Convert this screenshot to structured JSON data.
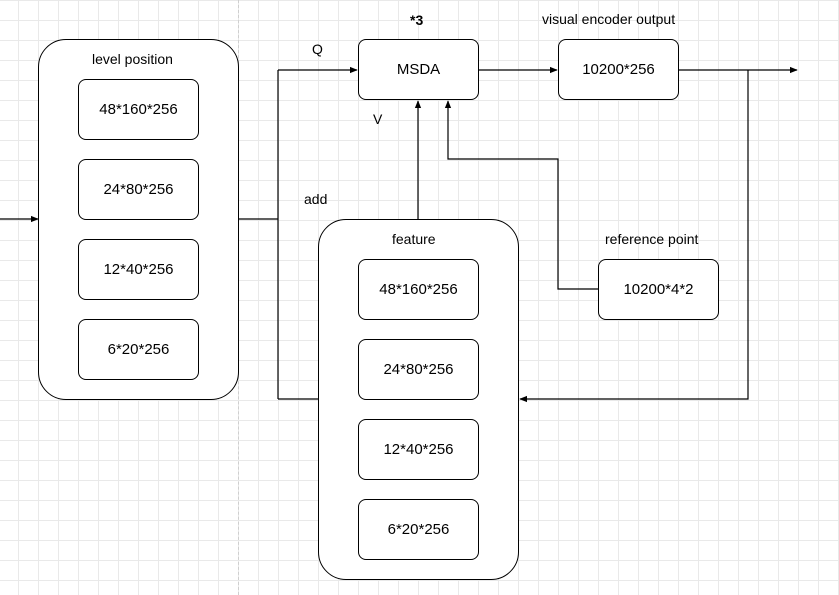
{
  "diagram": {
    "repeat_marker": "*3",
    "edge_labels": {
      "q": "Q",
      "v": "V",
      "add": "add"
    },
    "level_position": {
      "title": "level position",
      "items": [
        "48*160*256",
        "24*80*256",
        "12*40*256",
        "6*20*256"
      ]
    },
    "feature": {
      "title": "feature",
      "items": [
        "48*160*256",
        "24*80*256",
        "12*40*256",
        "6*20*256"
      ]
    },
    "msda": {
      "label": "MSDA"
    },
    "visual_encoder_output": {
      "title": "visual encoder output",
      "value": "10200*256"
    },
    "reference_point": {
      "title": "reference point",
      "value": "10200*4*2"
    }
  }
}
